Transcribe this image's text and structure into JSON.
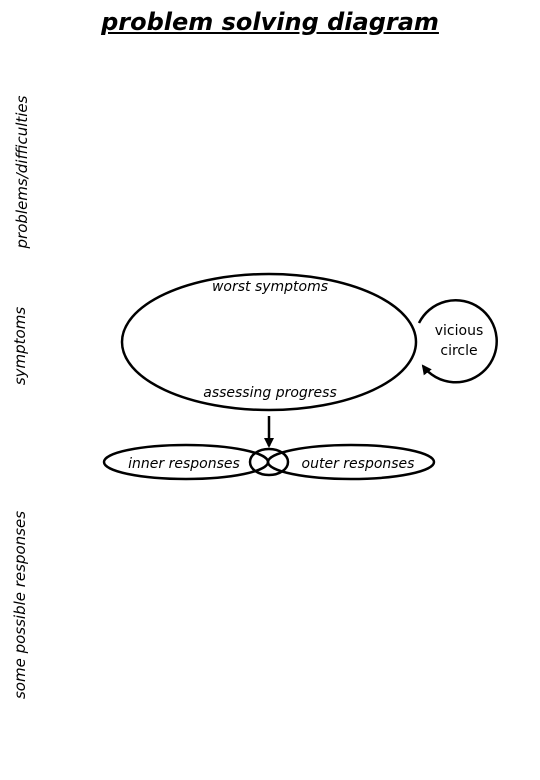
{
  "title": "problem solving diagram",
  "side_labels": {
    "problems": "problems/difficulties",
    "symptoms": "symptoms",
    "responses": "some possible responses"
  },
  "main_ellipse": {
    "top_label": "worst symptoms",
    "bottom_label": "assessing progress"
  },
  "loop": {
    "line1": "vicious",
    "line2": "circle"
  },
  "responses": {
    "inner": "inner responses",
    "outer": "outer responses"
  }
}
